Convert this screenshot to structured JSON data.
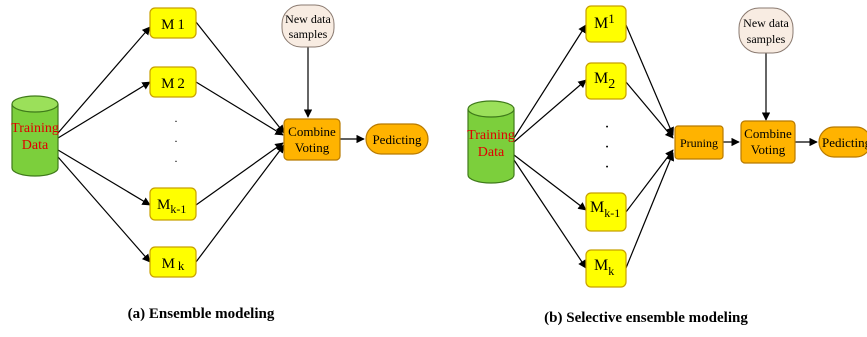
{
  "colors": {
    "model_fill": "#ffff00",
    "model_stroke": "#c8a000",
    "orange_fill": "#ffb300",
    "orange_stroke": "#b87a00",
    "cylinder_fill": "#7ccf3c",
    "cylinder_stroke": "#3f7a1a",
    "training_text": "#e00000",
    "newdata_fill": "#f8ece2",
    "newdata_stroke": "#8a7a70"
  },
  "diagram_a": {
    "caption": "(a) Ensemble modeling",
    "training": {
      "line1": "Training",
      "line2": "Data"
    },
    "models": [
      {
        "base": "M",
        "sub": "1"
      },
      {
        "base": "M",
        "sub": "2"
      },
      {
        "base": "M",
        "sub": "k-1"
      },
      {
        "base": "M",
        "sub": "k"
      }
    ],
    "ellipsis": "·",
    "new_data": {
      "line1": "New data",
      "line2": "samples"
    },
    "combine": {
      "line1": "Combine",
      "line2": "Voting"
    },
    "predict": "Pedicting"
  },
  "diagram_b": {
    "caption": "(b) Selective ensemble modeling",
    "training": {
      "line1": "Training",
      "line2": "Data"
    },
    "models": [
      {
        "base": "M",
        "sub": "1"
      },
      {
        "base": "M",
        "sub": "2"
      },
      {
        "base": "M",
        "sub": "k-1"
      },
      {
        "base": "M",
        "sub": "k"
      }
    ],
    "ellipsis": "·",
    "new_data": {
      "line1": "New data",
      "line2": "samples"
    },
    "pruning": "Pruning",
    "combine": {
      "line1": "Combine",
      "line2": "Voting"
    },
    "predict": "Pedicting"
  }
}
